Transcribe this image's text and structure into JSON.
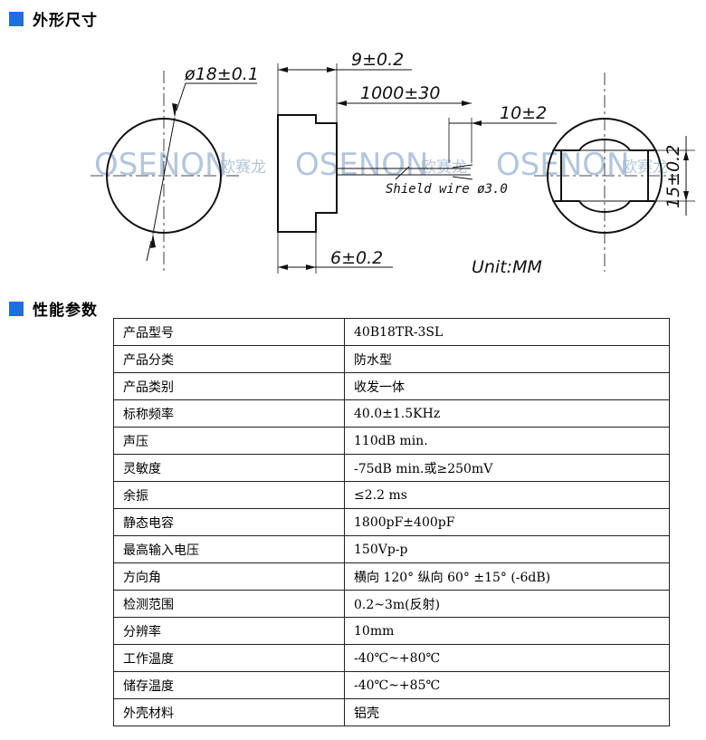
{
  "sections": {
    "dimensions_title": "外形尺寸",
    "performance_title": "性能参数"
  },
  "drawing": {
    "diameter_label": "ø18±0.1",
    "thickness_label": "9±0.2",
    "wire_length_label": "1000±30",
    "strip_length_label": "10±2",
    "wire_label": "Shield wire ø3.0",
    "base_label": "6±0.2",
    "width_label": "15±0.2",
    "unit_label": "Unit:MM",
    "watermark_brand": "OSENON",
    "watermark_cn": "欧赛龙"
  },
  "specs": [
    {
      "key": "产品型号",
      "value": "40B18TR-3SL"
    },
    {
      "key": "产品分类",
      "value": "防水型"
    },
    {
      "key": "产品类别",
      "value": "收发一体"
    },
    {
      "key": "标称频率",
      "value": "40.0±1.5KHz"
    },
    {
      "key": "声压",
      "value": "110dB min."
    },
    {
      "key": "灵敏度",
      "value": "-75dB min.或≥250mV"
    },
    {
      "key": "余振",
      "value": "≤2.2 ms"
    },
    {
      "key": "静态电容",
      "value": "1800pF±400pF"
    },
    {
      "key": "最高输入电压",
      "value": "150Vp-p"
    },
    {
      "key": "方向角",
      "value": "横向 120° 纵向 60° ±15° (-6dB)"
    },
    {
      "key": "检测范围",
      "value": "0.2~3m(反射)"
    },
    {
      "key": "分辨率",
      "value": "10mm"
    },
    {
      "key": "工作温度",
      "value": "-40℃~+80℃"
    },
    {
      "key": "储存温度",
      "value": "-40℃~+85℃"
    },
    {
      "key": "外壳材料",
      "value": "铝壳"
    }
  ]
}
